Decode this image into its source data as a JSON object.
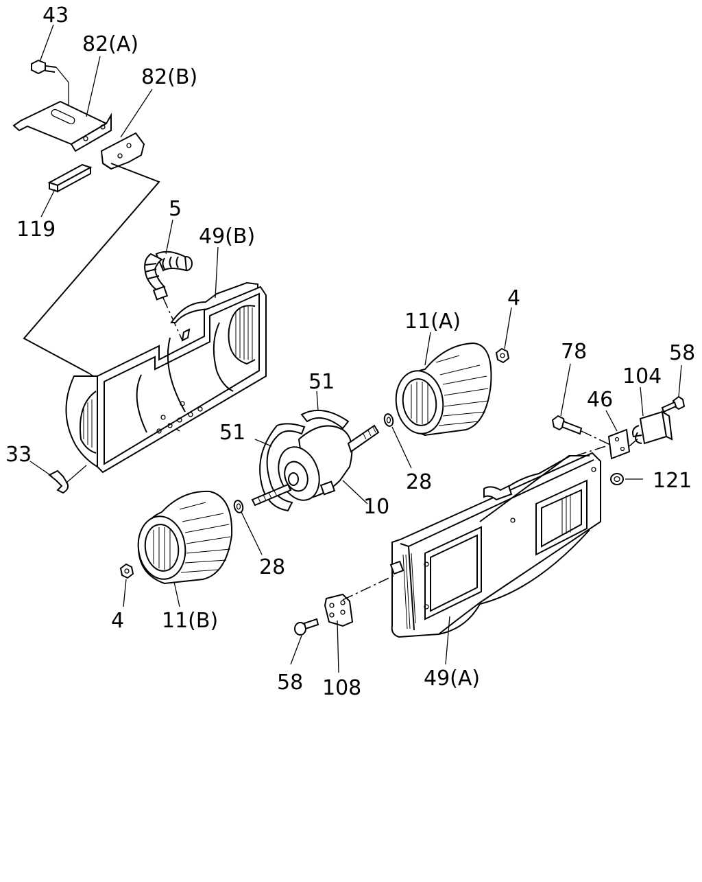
{
  "callouts": {
    "p43": "43",
    "p82a": "82(A)",
    "p82b": "82(B)",
    "p119": "119",
    "p5": "5",
    "p49b": "49(B)",
    "p33": "33",
    "p51_top": "51",
    "p51_left": "51",
    "p10": "10",
    "p28_right": "28",
    "p28_left": "28",
    "p11a": "11(A)",
    "p4_right": "4",
    "p11b": "11(B)",
    "p4_left": "4",
    "p78": "78",
    "p46": "46",
    "p104": "104",
    "p58_right": "58",
    "p121": "121",
    "p58_left": "58",
    "p108": "108",
    "p49a": "49(A)"
  }
}
